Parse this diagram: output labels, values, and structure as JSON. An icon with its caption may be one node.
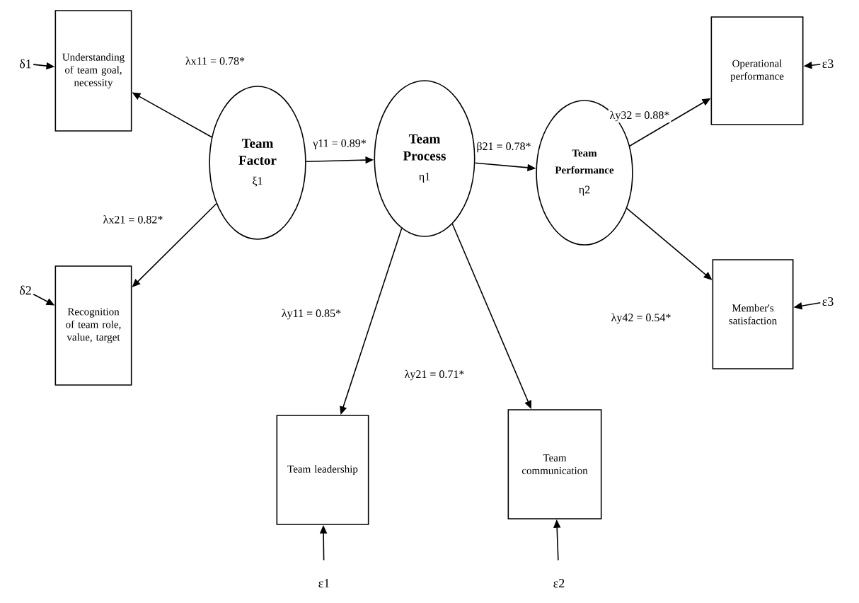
{
  "diagram": {
    "nodes": [
      {
        "text": [
          "Understanding of team goal, necessity"
        ]
      },
      {
        "text": [
          "Recognition of team role, value, target"
        ]
      },
      {
        "text": [
          "Team Factor",
          "ξ1"
        ]
      },
      {
        "text": [
          "Team Process",
          "η1"
        ]
      },
      {
        "text": [
          "Team Performance",
          "η2"
        ]
      },
      {
        "text": [
          "Operational performance"
        ]
      },
      {
        "text": [
          "Member's satisfaction"
        ]
      },
      {
        "text": [
          "Team leadership"
        ]
      },
      {
        "text": [
          "Team communication"
        ]
      },
      {
        "text": [
          "δ1"
        ]
      },
      {
        "text": [
          "δ2"
        ]
      },
      {
        "text": [
          "ε3"
        ]
      },
      {
        "text": [
          "ε3"
        ]
      },
      {
        "text": [
          "ε1"
        ]
      },
      {
        "text": [
          "ε2"
        ]
      }
    ],
    "edges": [
      {
        "from": 2,
        "to": 0,
        "arrow": "to",
        "label": "λx11 = 0.78*"
      },
      {
        "from": 2,
        "to": 1,
        "arrow": "to",
        "label": "λx21 = 0.82*"
      },
      {
        "from": 2,
        "to": 3,
        "arrow": "to",
        "label": "γ11 = 0.89*"
      },
      {
        "from": 3,
        "to": 4,
        "arrow": "to",
        "label": "β21 = 0.78*"
      },
      {
        "from": 4,
        "to": 5,
        "arrow": "to",
        "label": "λy32 = 0.88*"
      },
      {
        "from": 4,
        "to": 6,
        "arrow": "to",
        "label": "λy42 = 0.54*"
      },
      {
        "from": 3,
        "to": 7,
        "arrow": "to",
        "label": "λy11 = 0.85*"
      },
      {
        "from": 3,
        "to": 8,
        "arrow": "to",
        "label": "λy21 = 0.71*"
      },
      {
        "from": 9,
        "to": 0,
        "arrow": "to"
      },
      {
        "from": 10,
        "to": 1,
        "arrow": "to"
      },
      {
        "from": 11,
        "to": 5,
        "arrow": "to"
      },
      {
        "from": 12,
        "to": 6,
        "arrow": "to"
      },
      {
        "from": 13,
        "to": 7,
        "arrow": "to"
      },
      {
        "from": 14,
        "to": 8,
        "arrow": "to"
      }
    ]
  }
}
